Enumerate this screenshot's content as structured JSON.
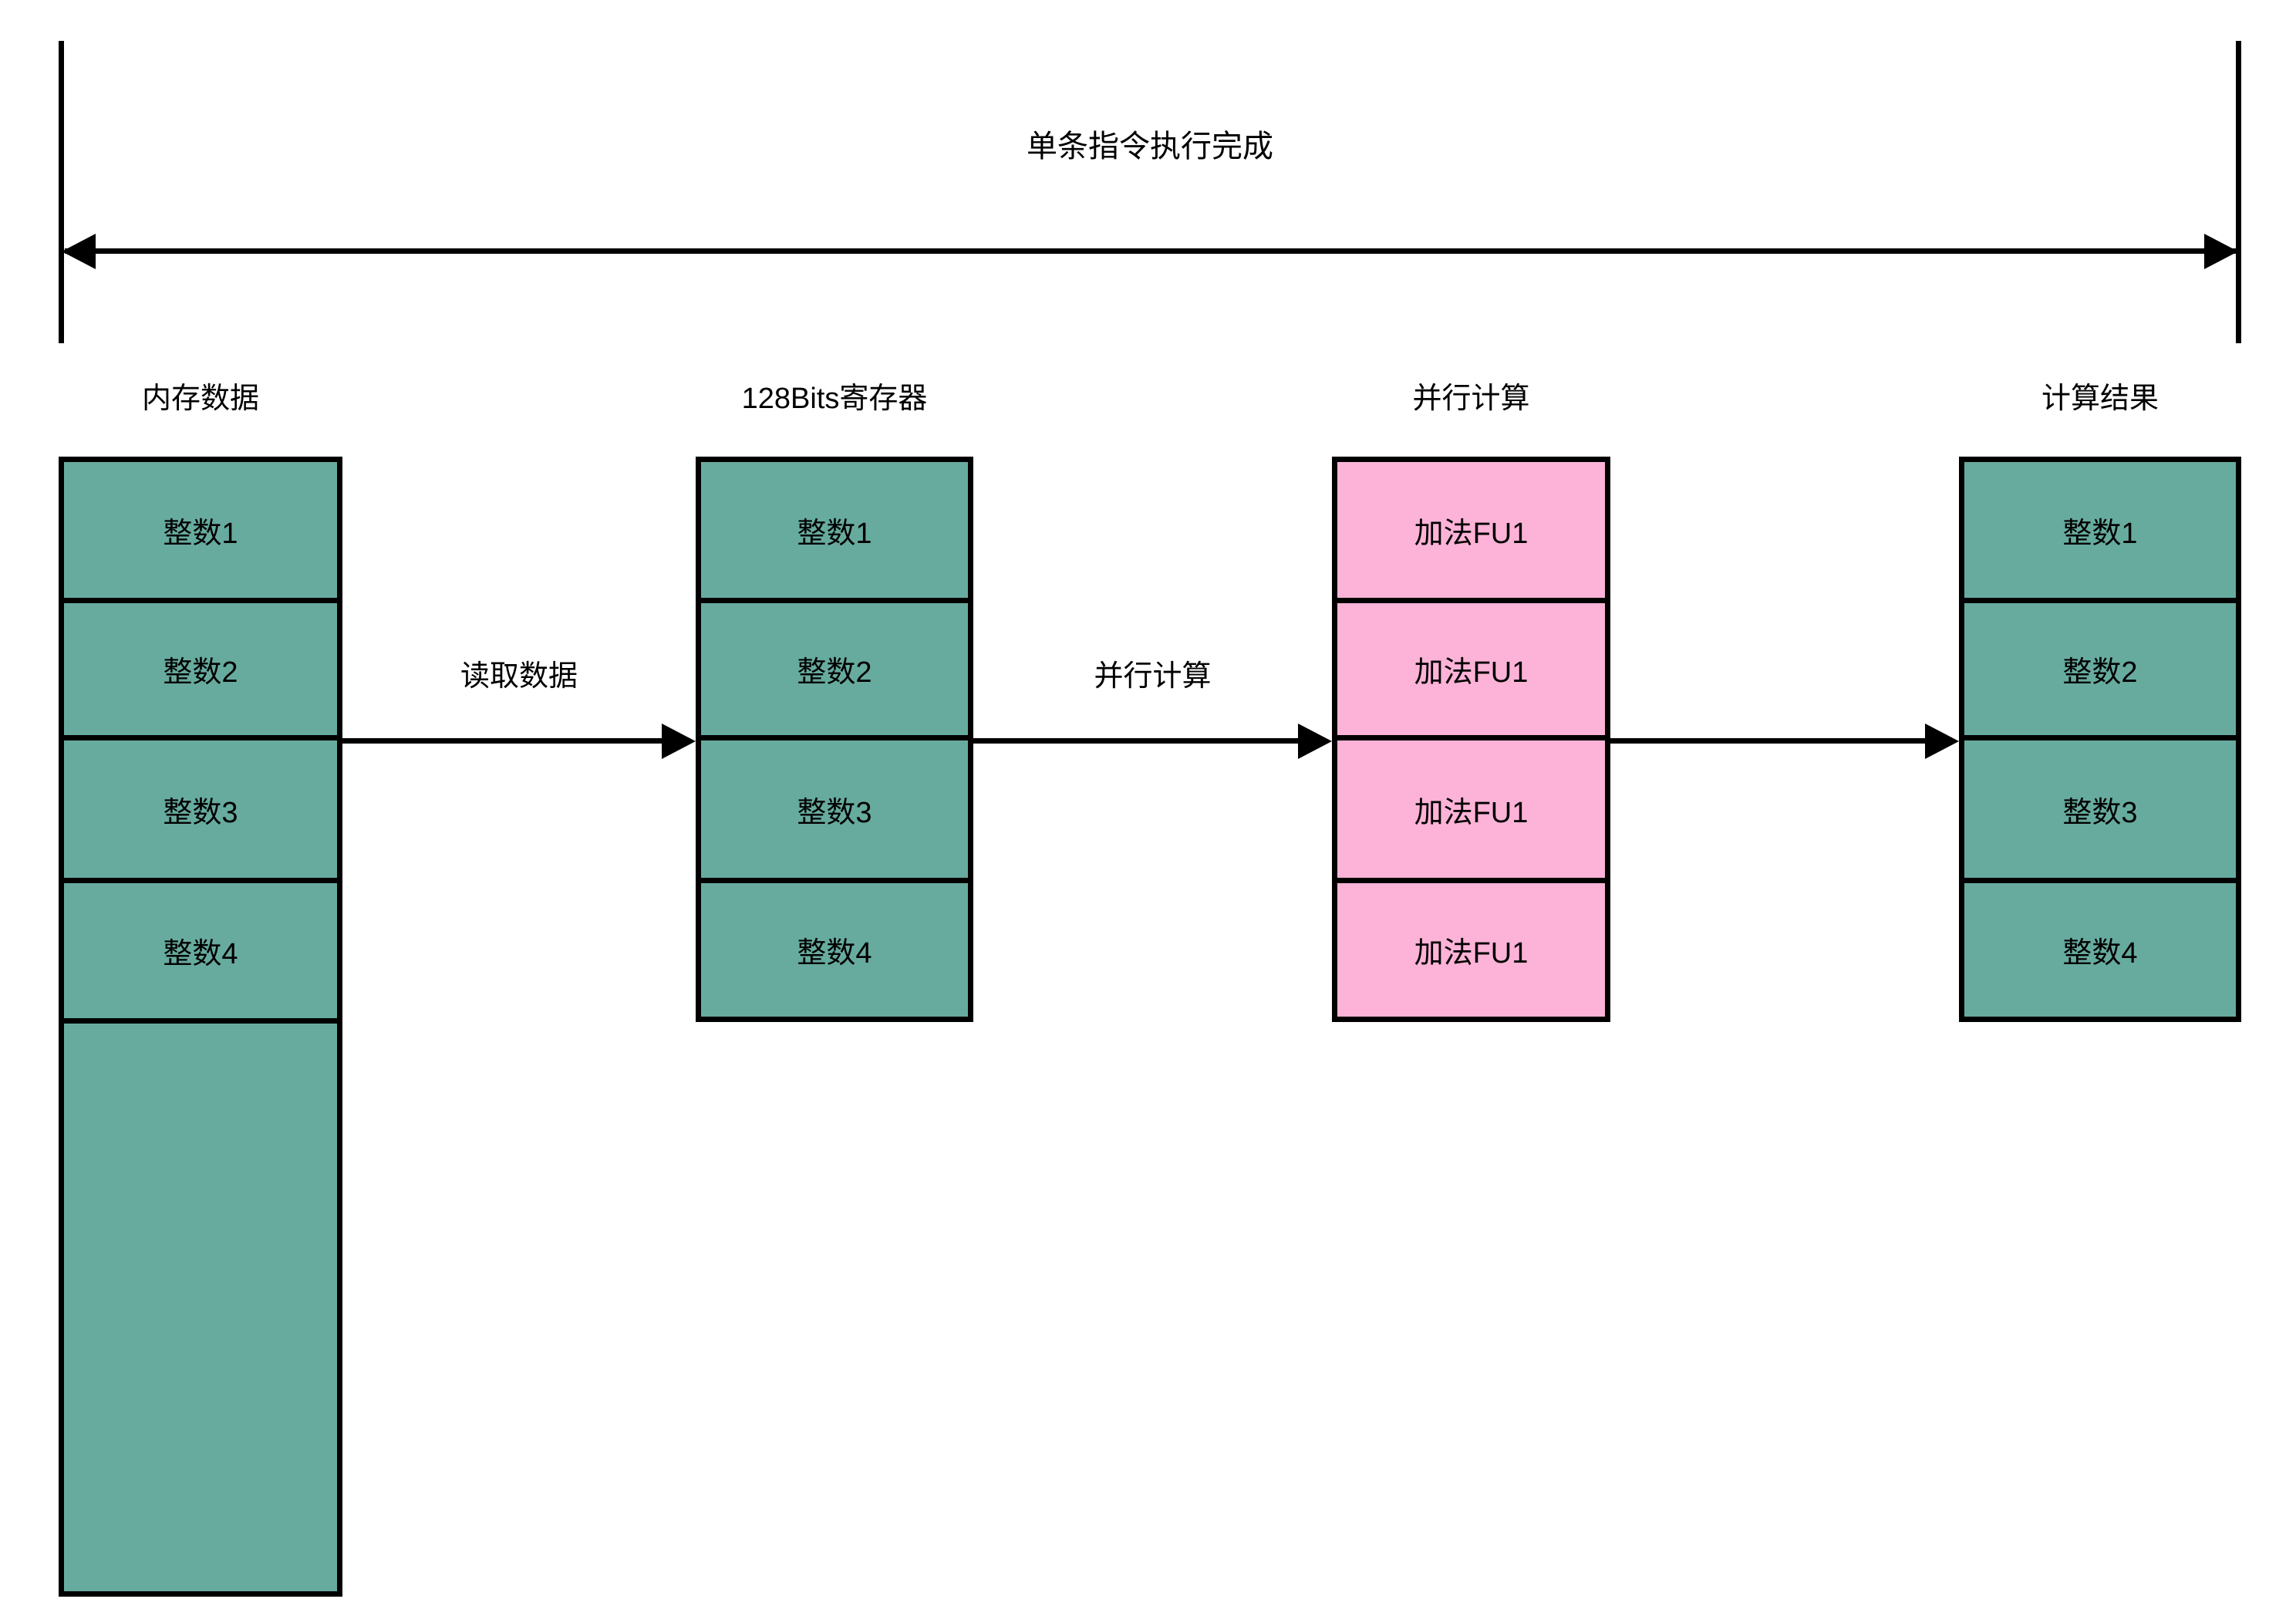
{
  "diagram": {
    "span": {
      "title": "单条指令执行完成"
    },
    "columns": [
      {
        "key": "memory",
        "header": "内存数据",
        "color": "green",
        "cells": [
          "整数1",
          "整数2",
          "整数3",
          "整数4",
          ""
        ]
      },
      {
        "key": "register",
        "header": "128Bits寄存器",
        "color": "green",
        "cells": [
          "整数1",
          "整数2",
          "整数3",
          "整数4"
        ]
      },
      {
        "key": "parallel-compute",
        "header": "并行计算",
        "color": "pink",
        "cells": [
          "加法FU1",
          "加法FU1",
          "加法FU1",
          "加法FU1"
        ]
      },
      {
        "key": "result",
        "header": "计算结果",
        "color": "green",
        "cells": [
          "整数1",
          "整数2",
          "整数3",
          "整数4"
        ]
      }
    ],
    "flows": [
      {
        "key": "read-data",
        "label": "读取数据"
      },
      {
        "key": "parallel-compute",
        "label": "并行计算"
      },
      {
        "key": "writeback",
        "label": ""
      }
    ],
    "colors": {
      "green": "#67ab9f",
      "pink": "#fcb3d7",
      "stroke": "#000000",
      "background": "#ffffff"
    }
  }
}
